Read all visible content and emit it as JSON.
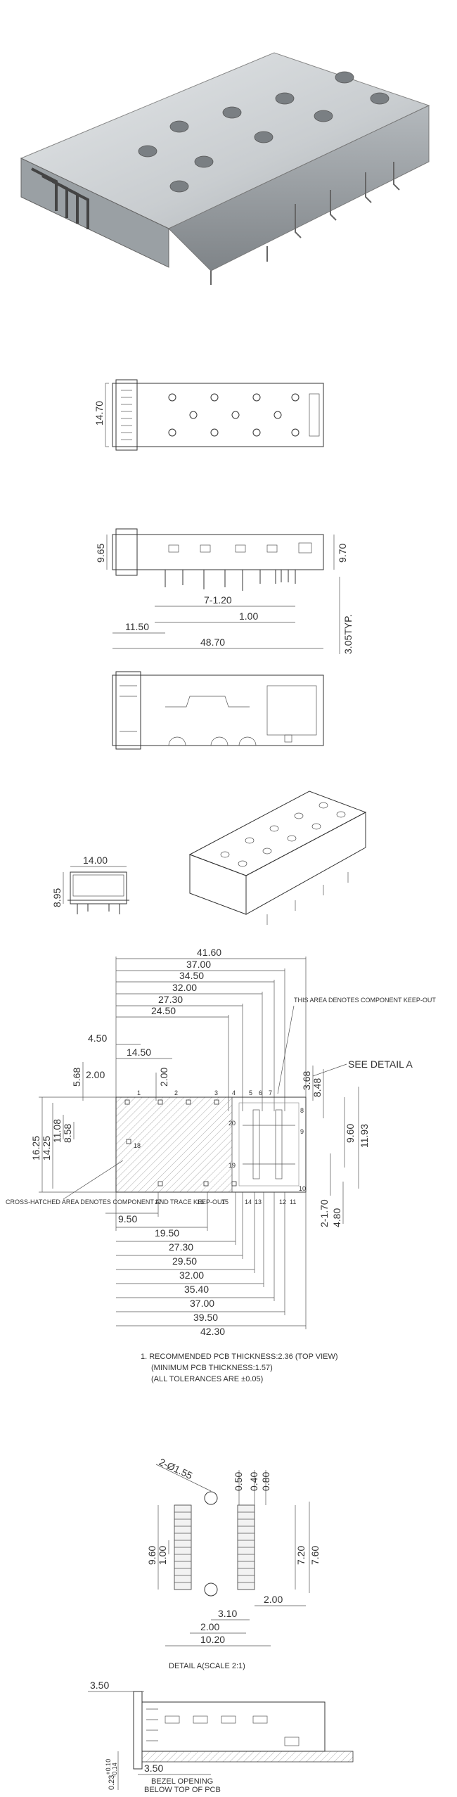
{
  "views": {
    "top_view": {
      "dims": {
        "height": "14.70"
      }
    },
    "side_view": {
      "dims": {
        "left_height": "9.65",
        "right_height": "9.70",
        "pitch": "7-1.20",
        "pin_gap": "1.00",
        "front_offset": "11.50",
        "length": "48.70",
        "pin_length": "3.05TYP."
      }
    },
    "front_view": {
      "dims": {
        "width": "14.00",
        "height": "8.95"
      }
    }
  },
  "pcb_layout": {
    "top_dims": [
      "41.60",
      "37.00",
      "34.50",
      "32.00",
      "27.30",
      "24.50",
      "14.50",
      "4.50"
    ],
    "bottom_dims": [
      "9.50",
      "19.50",
      "27.30",
      "29.50",
      "32.00",
      "35.40",
      "37.00",
      "39.50",
      "42.30"
    ],
    "left_dims": [
      "16.25",
      "14.25",
      "11.08",
      "8.58",
      "5.68",
      "2.00",
      "2.00"
    ],
    "right_dims": [
      "3.68",
      "8.48",
      "9.60",
      "11.93",
      "2-1.70",
      "4.80"
    ],
    "pin_labels": [
      "1",
      "2",
      "3",
      "4",
      "5",
      "6",
      "7",
      "8",
      "9",
      "10",
      "11",
      "12",
      "13",
      "14",
      "15",
      "16",
      "17",
      "18",
      "19",
      "20"
    ],
    "callouts": {
      "keepout_component": "THIS AREA DENOTES COMPONENT KEEP-OUT",
      "see_detail": "SEE DETAIL A",
      "hatched_area": "CROSS-HATCHED AREA DENOTES COMPONENT AND TRACE KEEP-OUT"
    },
    "notes": [
      "1. RECOMMENDED PCB THICKNESS:2.36 (TOP VIEW)",
      "(MINIMUM PCB THICKNESS:1.57)",
      "(ALL TOLERANCES ARE ±0.05)"
    ]
  },
  "detail_a": {
    "hole_label": "2-Ø1.55",
    "dims": {
      "d050": "0.50",
      "d040": "0.40",
      "d080": "0.80",
      "h960": "9.60",
      "h100": "1.00",
      "v720": "7.20",
      "v760": "7.60",
      "d200r": "2.00",
      "d310": "3.10",
      "d200b": "2.00",
      "d1020": "10.20"
    },
    "caption": "DETAIL A(SCALE 2:1)"
  },
  "bezel_view": {
    "dims": {
      "top": "3.50",
      "bottom": "3.50"
    },
    "tolerance": "0.23",
    "tol_plus": "+0.10",
    "tol_minus": "-0.14",
    "caption_line1": "BEZEL OPENING",
    "caption_line2": "BELOW TOP OF PCB"
  },
  "colors": {
    "line": "#333333",
    "photo_metal": "#c9cdd0",
    "photo_shadow": "#7f8488"
  }
}
